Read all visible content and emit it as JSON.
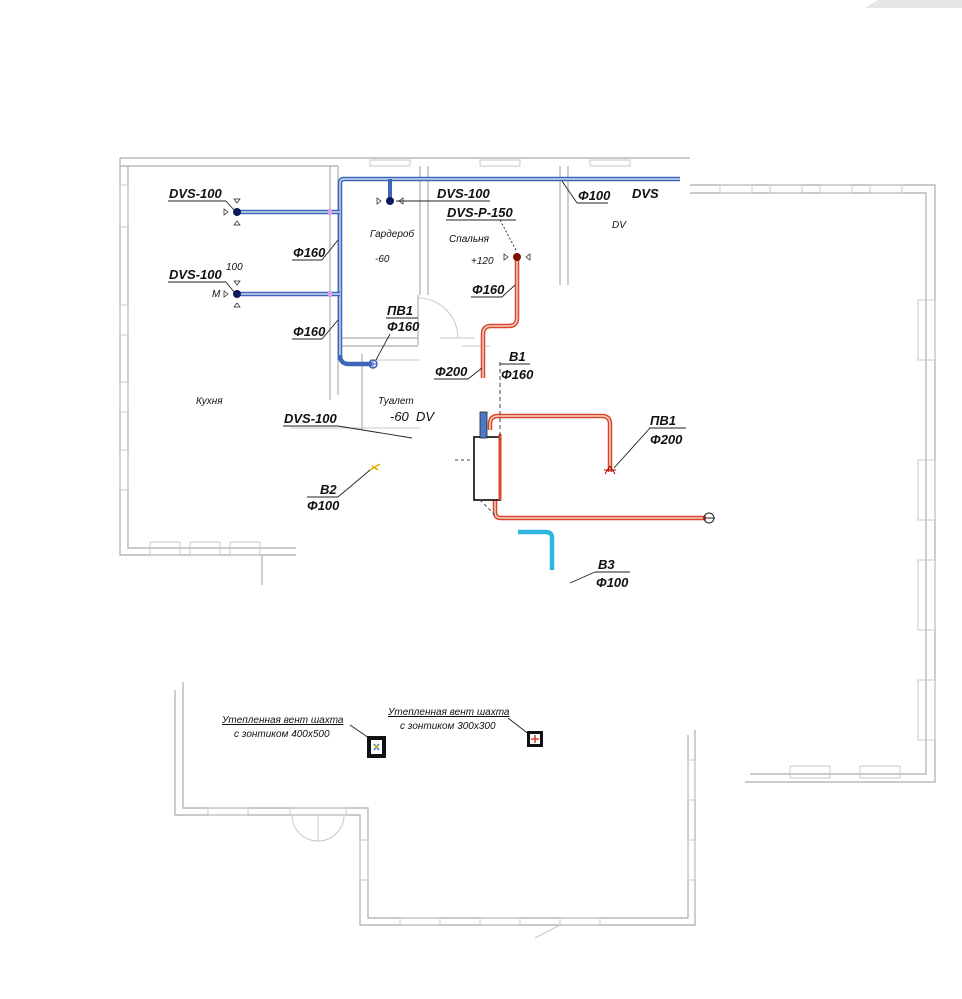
{
  "plan_labels": {
    "dvs_100_a": "DVS-100",
    "dvs_100_b": "DVS-100",
    "dvs_100_b_sup": "100",
    "dvs_100_c": "DVS-100",
    "dvs_100_d": "DVS-100",
    "dvs_p_150": "DVS-P-150",
    "dvs_cut_1": "DVS",
    "dvs_cut_2": "DV",
    "dvs_cut_3": "DV",
    "motor_m": "M",
    "phi160_a": "Φ160",
    "phi160_b": "Φ160",
    "phi160_c": "Φ160",
    "phi160_d": "Φ160",
    "phi100_a": "Φ100",
    "phi100_b": "Φ100",
    "phi100_c": "Φ100",
    "phi200_a": "Φ200",
    "phi200_b": "Φ200",
    "pv1_a": "ПВ1",
    "pv1_b": "ПВ1",
    "v1": "В1",
    "v2": "В2",
    "v3": "В3"
  },
  "rooms": {
    "garderob": "Гардероб",
    "garderob_level": "-60",
    "spalnya": "Спальня",
    "spalnya_level": "+120",
    "kuhnya": "Кухня",
    "tualet": "Туалет",
    "tualet_level": "-60"
  },
  "shafts": {
    "shaft_400_line1": "Утепленная вент шахта",
    "shaft_400_line2": "с зонтиком 400х500",
    "shaft_300_line1": "Утепленная вент шахта",
    "shaft_300_line2": "с зонтиком 300х300"
  },
  "colors": {
    "supply_duct": "#d9472b",
    "exhaust_duct": "#3d66b8",
    "outdoor_duct": "#2fb6e0",
    "walls": "#b9b9b9"
  }
}
